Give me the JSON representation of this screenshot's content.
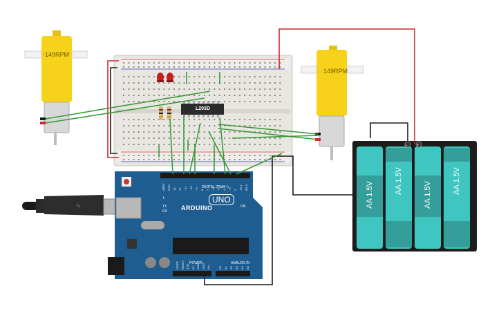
{
  "motors": [
    {
      "id": "left",
      "rpm_label": "-149RPM"
    },
    {
      "id": "right",
      "rpm_label": "149RPM"
    }
  ],
  "chip": {
    "label": "L293D"
  },
  "arduino": {
    "logo": "ARDUINO",
    "model": "UNO",
    "digital_label": "DIGITAL (PWM~)",
    "power_label": "POWER",
    "analog_label": "ANALOG IN",
    "on_label": "ON",
    "tx_label": "TX",
    "rx_label": "RX",
    "l_label": "L",
    "digital_pins": [
      "AREF",
      "GND",
      "13",
      "12",
      "~11",
      "~10",
      "~9",
      "8",
      "7",
      "~6",
      "~5",
      "4",
      "~3",
      "2",
      "TX 1",
      "RX 0"
    ],
    "power_pins": [
      "IOREF",
      "RESET",
      "3.3V",
      "5V",
      "GND",
      "GND",
      "Vin"
    ],
    "analog_pins": [
      "A0",
      "A1",
      "A2",
      "A3",
      "A4",
      "A5"
    ]
  },
  "battery": {
    "cells": [
      "AA 1.5V",
      "AA 1.5V",
      "AA 1.5V",
      "AA 1.5V"
    ]
  },
  "colors": {
    "motor_yellow": "#f7d21a",
    "battery_teal": "#3fc6c0",
    "arduino_blue": "#1f5c8f",
    "wire_green": "#3a9a3a",
    "wire_red": "#cc2a2a",
    "wire_black": "#1a1a1a",
    "breadboard": "#e8e6e1"
  }
}
